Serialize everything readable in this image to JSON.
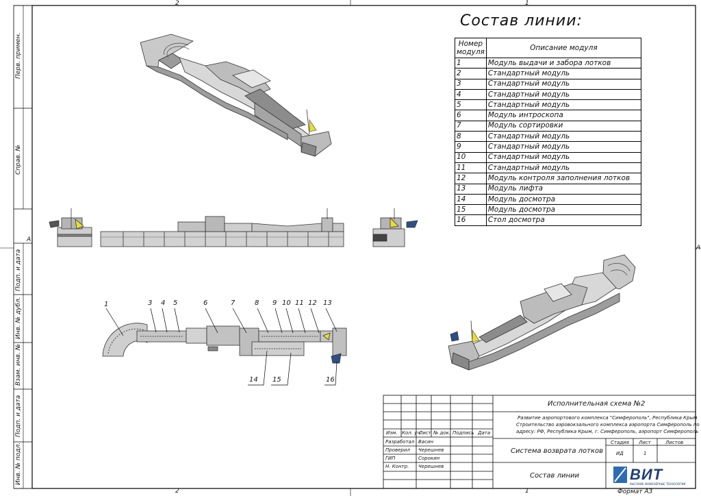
{
  "zone_labels": {
    "top_left": "2",
    "top_right": "1",
    "bottom_left": "2",
    "bottom_right": "1",
    "left_mid": "A",
    "right_mid": "A"
  },
  "side_stamp": [
    "Перв. примен.",
    "Справ. №",
    "Подп. и дата",
    "Инв. № дубл.",
    "Взам. инв. №",
    "Подп. и дата",
    "Инв. № подл."
  ],
  "composition": {
    "title": "Состав линии:",
    "header_num": "Номер модуля",
    "header_desc": "Описание модуля",
    "rows": [
      {
        "n": "1",
        "d": "Модуль выдачи и забора лотков"
      },
      {
        "n": "2",
        "d": "Стандартный модуль"
      },
      {
        "n": "3",
        "d": "Стандартный модуль"
      },
      {
        "n": "4",
        "d": "Стандартный модуль"
      },
      {
        "n": "5",
        "d": "Стандартный модуль"
      },
      {
        "n": "6",
        "d": "Модуль интроскопа"
      },
      {
        "n": "7",
        "d": "Модуль сортировки"
      },
      {
        "n": "8",
        "d": "Стандартный модуль"
      },
      {
        "n": "9",
        "d": "Стандартный модуль"
      },
      {
        "n": "10",
        "d": "Стандартный модуль"
      },
      {
        "n": "11",
        "d": "Стандартный модуль"
      },
      {
        "n": "12",
        "d": "Модуль контроля заполнения лотков"
      },
      {
        "n": "13",
        "d": "Модуль лифта"
      },
      {
        "n": "14",
        "d": "Модуль досмотра"
      },
      {
        "n": "15",
        "d": "Модуль досмотра"
      },
      {
        "n": "16",
        "d": "Стол досмотра"
      }
    ]
  },
  "callouts": [
    "1",
    "3",
    "4",
    "5",
    "6",
    "7",
    "8",
    "9",
    "10",
    "11",
    "12",
    "13",
    "14",
    "15",
    "16"
  ],
  "title_block": {
    "doc_title": "Исполнительная схема №2",
    "project": "Развитие аэропортового комплекса \"Симферополь\", Республика Крым",
    "project2": "Строительство аэровокзального комплекса аэропорта Симферополь по",
    "project3": "адресу: РФ, Республика Крым, г. Симферополь, аэропорт Симферополь",
    "col_headers": [
      "Изм.",
      "Кол. уч.",
      "Лист",
      "№ док.",
      "Подпись",
      "Дата"
    ],
    "roles": [
      {
        "role": "Разработал",
        "name": "Васин"
      },
      {
        "role": "Проверил",
        "name": "Черешнев"
      },
      {
        "role": "ГИП",
        "name": "Сорокин"
      },
      {
        "role": "Н. Контр.",
        "name": "Черешнев"
      }
    ],
    "system_name": "Система возврата лотков",
    "sheet_name": "Состав линии",
    "stage_label": "Стадия",
    "sheet_label": "Лист",
    "sheets_label": "Листов",
    "stage_value": "ИД",
    "sheet_value": "1",
    "logo_text": "ВИТ",
    "logo_sub": "ВЫСОКИЕ ИНЖЕНЕРНЫЕ ТЕХНОЛОГИИ",
    "format": "Формат А3"
  }
}
